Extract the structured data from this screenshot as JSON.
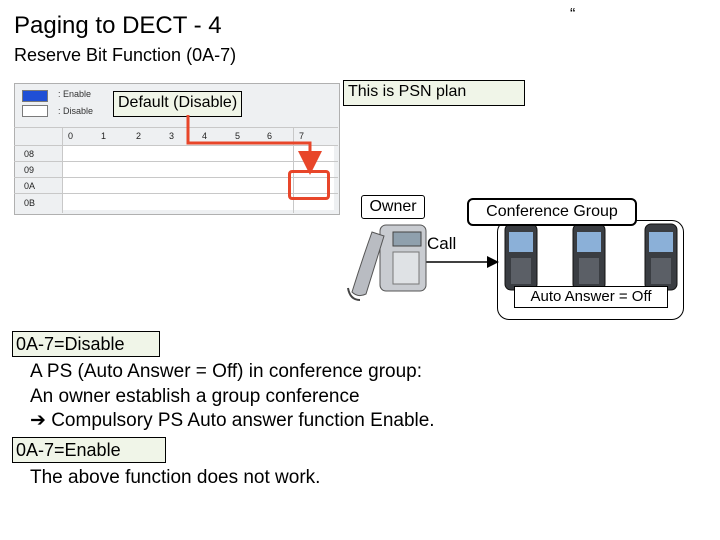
{
  "header": {
    "title": "Paging to DECT - 4",
    "quote_mark": "“",
    "subtitle": "Reserve Bit Function (0A-7)"
  },
  "table": {
    "legend_enable": ": Enable",
    "legend_disable": ": Disable",
    "columns": [
      "0",
      "1",
      "2",
      "3",
      "4",
      "5",
      "6",
      "7"
    ],
    "rows": [
      "08",
      "09",
      "0A",
      "0B"
    ],
    "enable_color": "#1f4fd6",
    "highlight_color": "#e8462a"
  },
  "labels": {
    "default": "Default (Disable)",
    "psn_plan": "This is PSN plan",
    "owner": "Owner",
    "conference_group": "Conference Group",
    "call": "Call",
    "auto_answer": "Auto Answer = Off"
  },
  "notes": {
    "disable_heading": "0A-7=Disable",
    "disable_line1": "A PS (Auto Answer = Off) in conference group:",
    "disable_line2": "An owner establish a group conference",
    "disable_line3": "Compulsory PS Auto answer function Enable.",
    "arrow_symbol": "➔",
    "enable_heading": "0A-7=Enable",
    "enable_line1": "The above function does not work."
  }
}
